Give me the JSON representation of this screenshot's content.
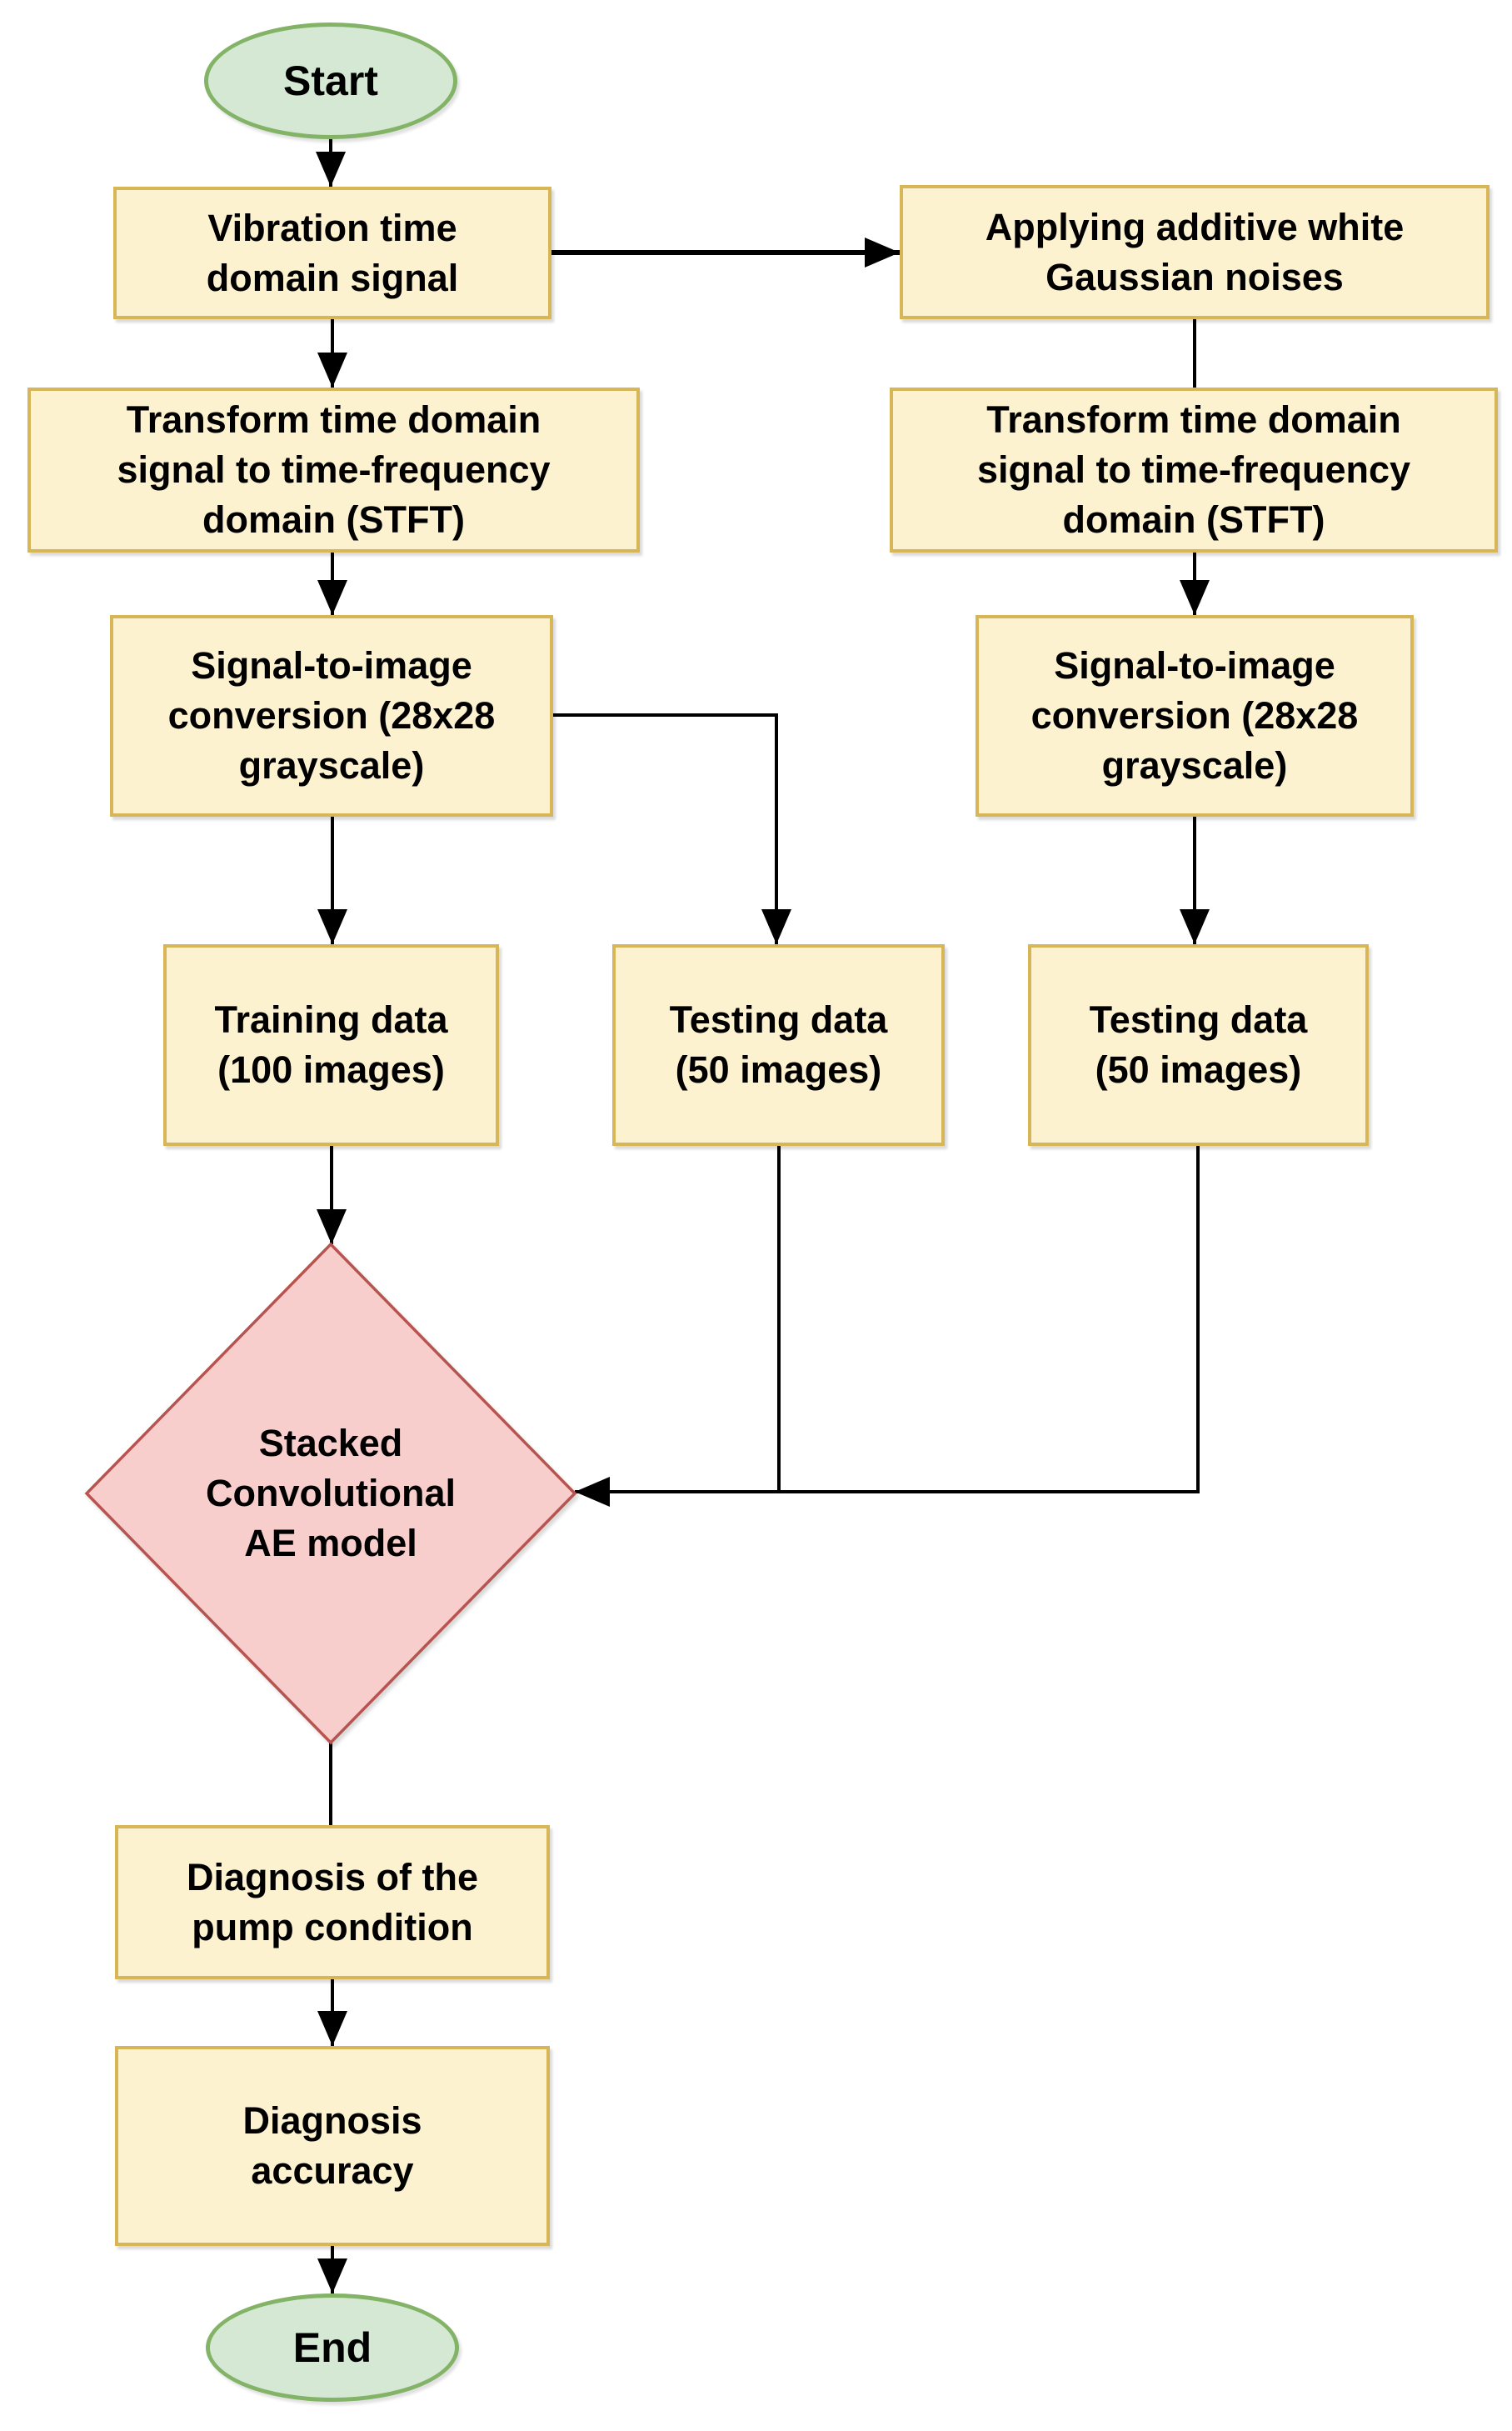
{
  "diagram": {
    "type": "flowchart",
    "palette": {
      "process_fill": "#FDF2CF",
      "process_stroke": "#D6B656",
      "terminator_fill": "#D5E8D4",
      "terminator_stroke": "#82B366",
      "decision_fill": "#F8CECC",
      "decision_stroke": "#B85450",
      "connector_color": "#000000",
      "text_color": "#000000",
      "background": "#ffffff"
    },
    "nodes": {
      "start": {
        "shape": "ellipse",
        "label": "Start"
      },
      "vibration": {
        "shape": "rect",
        "label": "Vibration time\ndomain signal"
      },
      "awgn": {
        "shape": "rect",
        "label": "Applying additive white\nGaussian noises"
      },
      "stft_left": {
        "shape": "rect",
        "label": "Transform time domain\nsignal to time-frequency\ndomain (STFT)"
      },
      "stft_right": {
        "shape": "rect",
        "label": "Transform time domain\nsignal to time-frequency\ndomain (STFT)"
      },
      "sig2img_left": {
        "shape": "rect",
        "label": "Signal-to-image\nconversion (28x28\ngrayscale)"
      },
      "sig2img_right": {
        "shape": "rect",
        "label": "Signal-to-image\nconversion (28x28\ngrayscale)"
      },
      "training": {
        "shape": "rect",
        "label": "Training data\n(100 images)"
      },
      "testing_mid": {
        "shape": "rect",
        "label": "Testing data\n(50 images)"
      },
      "testing_right": {
        "shape": "rect",
        "label": "Testing data\n(50 images)"
      },
      "scae": {
        "shape": "diamond",
        "label": "Stacked\nConvolutional\nAE model"
      },
      "diagnosis": {
        "shape": "rect",
        "label": "Diagnosis of the\npump condition"
      },
      "accuracy": {
        "shape": "rect",
        "label": "Diagnosis\naccuracy"
      },
      "end": {
        "shape": "ellipse",
        "label": "End"
      }
    },
    "edges": [
      {
        "from": "start",
        "to": "vibration",
        "arrowhead": true
      },
      {
        "from": "vibration",
        "to": "awgn",
        "arrowhead": true
      },
      {
        "from": "vibration",
        "to": "stft_left",
        "arrowhead": true
      },
      {
        "from": "awgn",
        "to": "stft_right",
        "arrowhead": false
      },
      {
        "from": "stft_left",
        "to": "sig2img_left",
        "arrowhead": true
      },
      {
        "from": "stft_right",
        "to": "sig2img_right",
        "arrowhead": true
      },
      {
        "from": "sig2img_left",
        "to": "training",
        "arrowhead": true
      },
      {
        "from": "sig2img_left",
        "to": "testing_mid",
        "arrowhead": true
      },
      {
        "from": "sig2img_right",
        "to": "testing_right",
        "arrowhead": true
      },
      {
        "from": "training",
        "to": "scae",
        "arrowhead": true
      },
      {
        "from": "testing_mid",
        "to": "scae",
        "arrowhead": true
      },
      {
        "from": "testing_right",
        "to": "scae",
        "arrowhead": true
      },
      {
        "from": "scae",
        "to": "diagnosis",
        "arrowhead": false
      },
      {
        "from": "diagnosis",
        "to": "accuracy",
        "arrowhead": true
      },
      {
        "from": "accuracy",
        "to": "end",
        "arrowhead": true
      }
    ]
  }
}
